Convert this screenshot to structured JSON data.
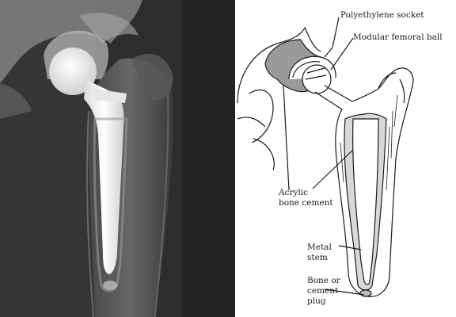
{
  "figure": {
    "labels": {
      "polyethylene_socket": "Polyethylene socket",
      "modular_femoral_ball": "Modular femoral ball",
      "acrylic_line1": "Acrylic",
      "acrylic_line2": "bone cement",
      "metal_line1": "Metal",
      "metal_line2": "stem",
      "plug_line1": "Bone or",
      "plug_line2": "cement",
      "plug_line3": "plug"
    },
    "colors": {
      "xray_background": "#2a2a2a",
      "implant_white": "#f2f2f2",
      "line_ink": "#1a1a1a",
      "cement_shade": "#8a8a8a"
    }
  }
}
